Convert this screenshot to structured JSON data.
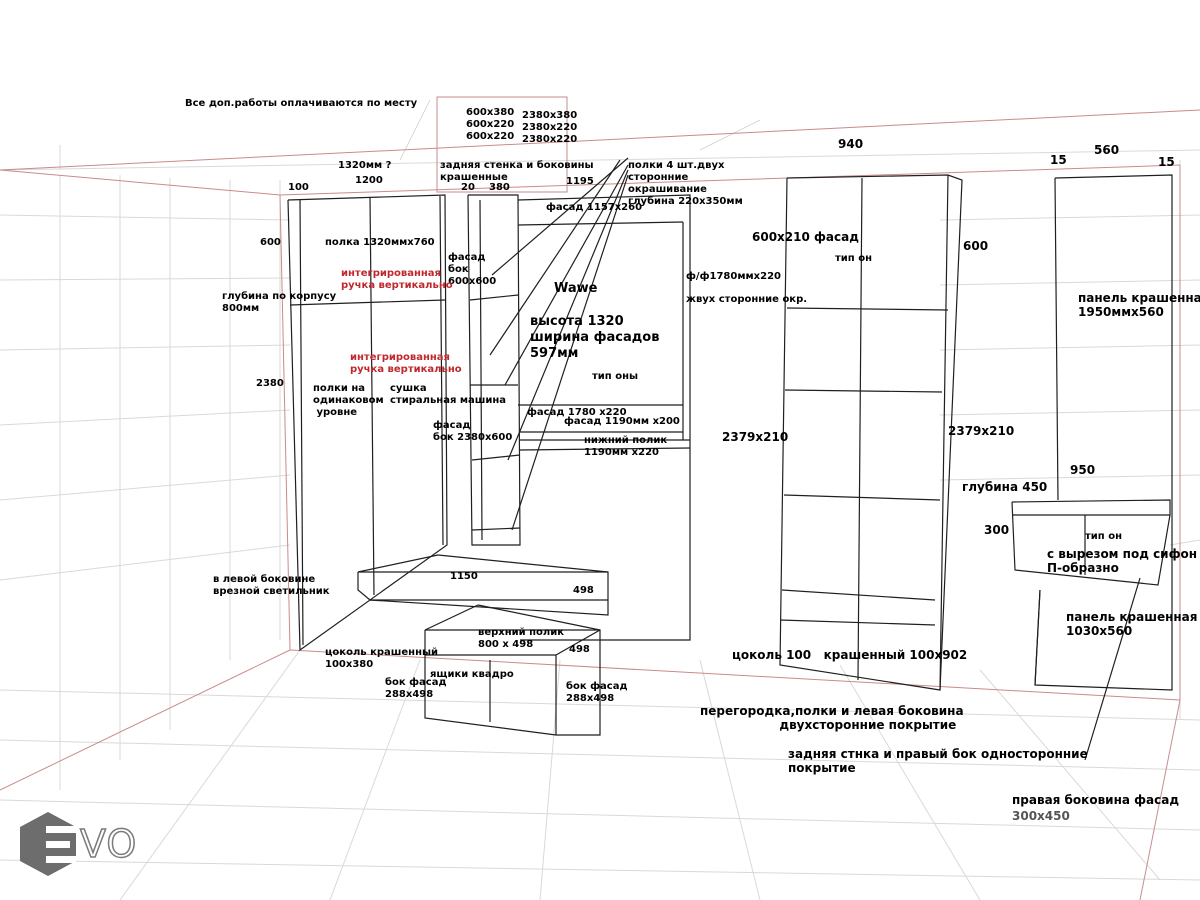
{
  "labels": {
    "payment_note": "Все доп.работы оплачиваются по месту",
    "box_sizes_left": "600x380\n600x220\n600x220",
    "box_sizes_right": "2380x380\n2380x220\n2380x220",
    "back_wall_painted": "задняя стенка и боковины\nкрашенные",
    "shelves_note": "полки 4 шт.двух\nсторонние\nокрашивание\nглубина 220х350мм",
    "dim_1320_q": "1320мм ?",
    "dim_940": "940",
    "dim_15_a": "15",
    "dim_560": "560",
    "dim_15_b": "15",
    "dim_100_top": "100",
    "dim_1200": "1200",
    "dim_20": "20",
    "dim_380": "380",
    "dim_1195": "1195",
    "facade_1157": "фасад 1157х260",
    "dim_600_left": "600",
    "shelf_1320": "полка 1320ммх760",
    "facade_side_600": "фасад\nбок\n600х600",
    "handle_vert_1": "интегрированная\nручка вертикально",
    "depth_body": "глубина по корпусу\n800мм",
    "wawe": "Wawe",
    "height_1320": "высота 1320\nширина фасадов\n597мм",
    "ff_1780": "ф/ф1780ммх220",
    "two_side_ok": "жвух сторонние окр.",
    "facade_600x210": "600х210 фасад",
    "type_on_1": "тип он",
    "dim_600_right": "600",
    "panel_1950": "панель крашенная\n1950ммх560",
    "handle_vert_2": "интегрированная\nручка вертикально",
    "dim_2380": "2380",
    "shelves_same_level": "полки на\nодинаковом\n уровне",
    "dryer_washer": "сушка\nстиральная машина",
    "type_ony": "тип оны",
    "facade_1780": "фасад 1780 х220",
    "facade_1190": "фасад 1190мм х200",
    "facade_side_2380": "фасад\nбок 2380х600",
    "lower_shelf": "нижний полик\n1190мм х220",
    "dim_2379_left": "2379х210",
    "dim_2379_right": "2379х210",
    "dim_950": "950",
    "depth_450": "глубина 450",
    "dim_300": "300",
    "type_on_2": "тип он",
    "siphon_cut": "с вырезом под сифон\nП-образно",
    "left_side_lamp": "в левой боковине\nврезной светильник",
    "dim_1150": "1150",
    "dim_498_a": "498",
    "upper_shelf": "верхний полик\n800 х 498",
    "dim_498_b": "498",
    "plinth_painted": "цоколь крашенный\n100х380",
    "drawers_quadro": "ящики квадро",
    "side_facade_left": "бок фасад\n288х498",
    "side_facade_right": "бок фасад\n288х498",
    "plinth_100": "цоколь 100   крашенный 100х902",
    "panel_1030": "панель крашенная\n1030х560",
    "partition_note": "перегородка,полки и левая боковина\n                   двухсторонние покрытие",
    "back_wall_note": "задняя стнка и правый бок односторонние\nпокрытие",
    "right_side_facade": "правая боковина фасад",
    "dim_300x450": "300х450",
    "logo_text": "VO"
  },
  "colors": {
    "room_lines": "#c98b8b",
    "grid_lines": "#d7d7d7",
    "furniture_lines": "#202020",
    "red_text": "#c0282d",
    "logo_gray": "#7a7a7a"
  }
}
